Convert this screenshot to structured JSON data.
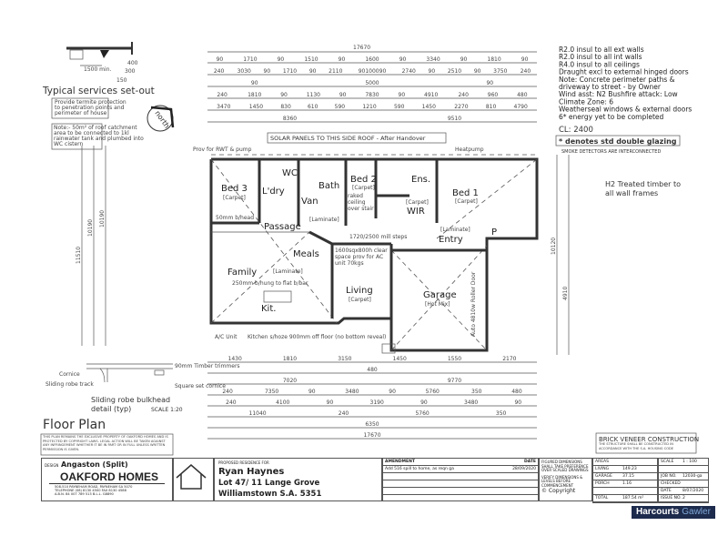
{
  "services": {
    "title": "Typical services set-out",
    "dims": [
      "1500 min.",
      "400",
      "300",
      "150"
    ],
    "termite_note": [
      "Provide termite protection",
      "to penetration points and",
      "perimeter of house"
    ],
    "tank_note": [
      "Note:- 50m² of roof catchment",
      "area to be connected to 1kl",
      "rainwater tank and plumbed into",
      "WC cistern"
    ],
    "north_label": "north"
  },
  "notes": {
    "lines": [
      "R2.0 insul to all ext walls",
      "R2.0 insul to all int walls",
      "R4.0 insul to all ceilings",
      "Draught excl to external hinged doors",
      "Note: Concrete perimeter paths &",
      "driveway to street - by Owner",
      "Wind asst: N2 Bushfire attack: Low",
      "Climate Zone: 6",
      "Weatherseal windows & external doors",
      "6* energy yet to be completed"
    ],
    "ceiling": "CL: 2400",
    "glazing": "* denotes std double glazing",
    "smoke": "SMOKE DETECTORS ARE INTERCONNECTED",
    "timber": [
      "H2 Treated timber to",
      "all wall frames"
    ]
  },
  "dimensions": {
    "top_overall": "17670",
    "top_rows": [
      [
        "90",
        "1710",
        "90",
        "1510",
        "90",
        "1600",
        "90",
        "3340",
        "90",
        "1810",
        "90"
      ],
      [
        "240",
        "3030",
        "90",
        "1710",
        "90",
        "2110",
        "90100090",
        "2740",
        "90",
        "2510",
        "90",
        "3750",
        "240"
      ],
      [
        "90",
        "5000",
        "90"
      ],
      [
        "240",
        "1810",
        "90",
        "1130",
        "90",
        "7830",
        "90",
        "4910",
        "240",
        "960",
        "480"
      ],
      [
        "3470",
        "1450",
        "830",
        "610",
        "590",
        "1210",
        "590",
        "1450",
        "2270",
        "810",
        "4790"
      ],
      [
        "8360",
        "9510"
      ]
    ],
    "bottom_rows": [
      [
        "1430",
        "1810",
        "3150",
        "1450",
        "1550",
        "2170"
      ],
      [
        "480"
      ],
      [
        "7020",
        "9770"
      ],
      [
        "240",
        "7350",
        "90",
        "3480",
        "90",
        "5760",
        "350",
        "480"
      ],
      [
        "240",
        "4100",
        "90",
        "3190",
        "90",
        "3480",
        "90"
      ],
      [
        "11040",
        "240",
        "5760",
        "350"
      ],
      [
        "6350"
      ],
      [
        "17670"
      ]
    ],
    "left_overall": [
      "11510",
      "10190",
      "10190"
    ],
    "right_overall": [
      "10120",
      "4910"
    ]
  },
  "plan": {
    "solar_note": "SOLAR PANELS TO THIS SIDE ROOF - After Handover",
    "rwt_note": "Prov for RWT & pump",
    "heatpump": "Heatpump",
    "rooms": {
      "bed3": "Bed 3",
      "bed3_floor": "[Carpet]",
      "laundry": "L'dry",
      "wc": "WC",
      "van": "Van",
      "bath": "Bath",
      "bed2": "Bed 2",
      "bed2_floor": "[Carpet]",
      "ens": "Ens.",
      "wir": "WIR",
      "wir_floor": "[Carpet]",
      "bed1": "Bed 1",
      "bed1_floor": "[Carpet]",
      "passage": "Passage",
      "passage_floor": "[Laminate]",
      "entry": "Entry",
      "entry_floor": "[Laminate]",
      "porch": "P",
      "meals": "Meals",
      "family": "Family",
      "family_floor": "[Laminate]",
      "kit": "Kit.",
      "living": "Living",
      "living_floor": "[Carpet]",
      "garage": "Garage",
      "garage_floor": "[Hot Mix]"
    },
    "notes": {
      "raked": "raked ceiling over stair",
      "steps": "1720/2500 mill steps",
      "ac_space": "1600sqx800h clear space prov for AC unit 70kgs",
      "bulkhead": "250mm b/hung to flat b/bar",
      "robe": "50mm b/head",
      "roller": "Auto 4810w Roller Door",
      "ac_unit": "A/C Unit",
      "kitchen": "Kitchen s/hoze 900mm off floor (no bottom reveal)"
    }
  },
  "bulkhead": {
    "labels": [
      "Cornice",
      "Sliding robe track",
      "90mm Timber trimmers",
      "Square set cornice"
    ],
    "title": "Sliding robe bulkhead",
    "subtitle": "detail (typ)",
    "scale": "SCALE 1:20"
  },
  "floor_plan_title": "Floor Plan",
  "copyright_note": "THIS PLAN REMAINS THE EXCLUSIVE PROPERTY OF OAKFORD HOMES AND IS PROTECTED BY COPYRIGHT LAWS. LEGAL ACTION WILL BE TAKEN AGAINST ANY INFRINGEMENT WHETHER IT BE IN PART OR IN FULL UNLESS WRITTEN PERMISSION IS GIVEN.",
  "construction": {
    "title": "BRICK VENEER CONSTRUCTION",
    "text": "THE STRUCTURE SHALL BE CONSTRUCTED IN ACCORDANCE WITH THE S.A. HOUSING CODE"
  },
  "title_block": {
    "design_label": "DESIGN",
    "design": "Angaston (Split)",
    "company": "OAKFORD HOMES",
    "company_info": [
      "508-510 PAYNEHAM ROAD, PAYNEHAM SA 5070",
      "TELEPHONE (08) 8130 4500   FAX 8130 4588",
      "A.B.N. 84 007 789 513   B.L.L. G8890"
    ],
    "proposed_label": "PROPOSED RESIDENCE FOR",
    "client": "Ryan Haynes",
    "lot": "Lot 47/ 11 Lange Grove",
    "suburb": "Williamstown S.A. 5351",
    "amendment_label": "AMENDMENT",
    "date_label": "DATE",
    "amendment": "Add 516 spill to home, as reqn ga",
    "amendment_date": "28/09/2020",
    "figured": "FIGURED DIMENSIONS SHALL TAKE PREFERENCE OVER SCALED DRAWINGS",
    "verify": "VERIFY DIMENSIONS & LEVELS BEFORE COMMENCEMENT",
    "copyright": "© Copyright",
    "areas_label": "AREAS",
    "areas": [
      {
        "label": "LIVING",
        "value": "149.23"
      },
      {
        "label": "GARAGE",
        "value": "37.15"
      },
      {
        "label": "PORCH",
        "value": "1.16"
      },
      {
        "label": "",
        "value": ""
      },
      {
        "label": "TOTAL",
        "value": "187.54 m²"
      }
    ],
    "meta": [
      {
        "label": "SCALE",
        "value": "1 : 100"
      },
      {
        "label": "",
        "value": ""
      },
      {
        "label": "JOB NO.",
        "value": "12030-ga"
      },
      {
        "label": "CHECKED",
        "value": ""
      },
      {
        "label": "DATE",
        "value": "8/07/2020"
      },
      {
        "label": "ISSUE NO.",
        "value": "2"
      }
    ]
  },
  "watermark": {
    "brand": "Harcourts",
    "office": "Gawler"
  }
}
